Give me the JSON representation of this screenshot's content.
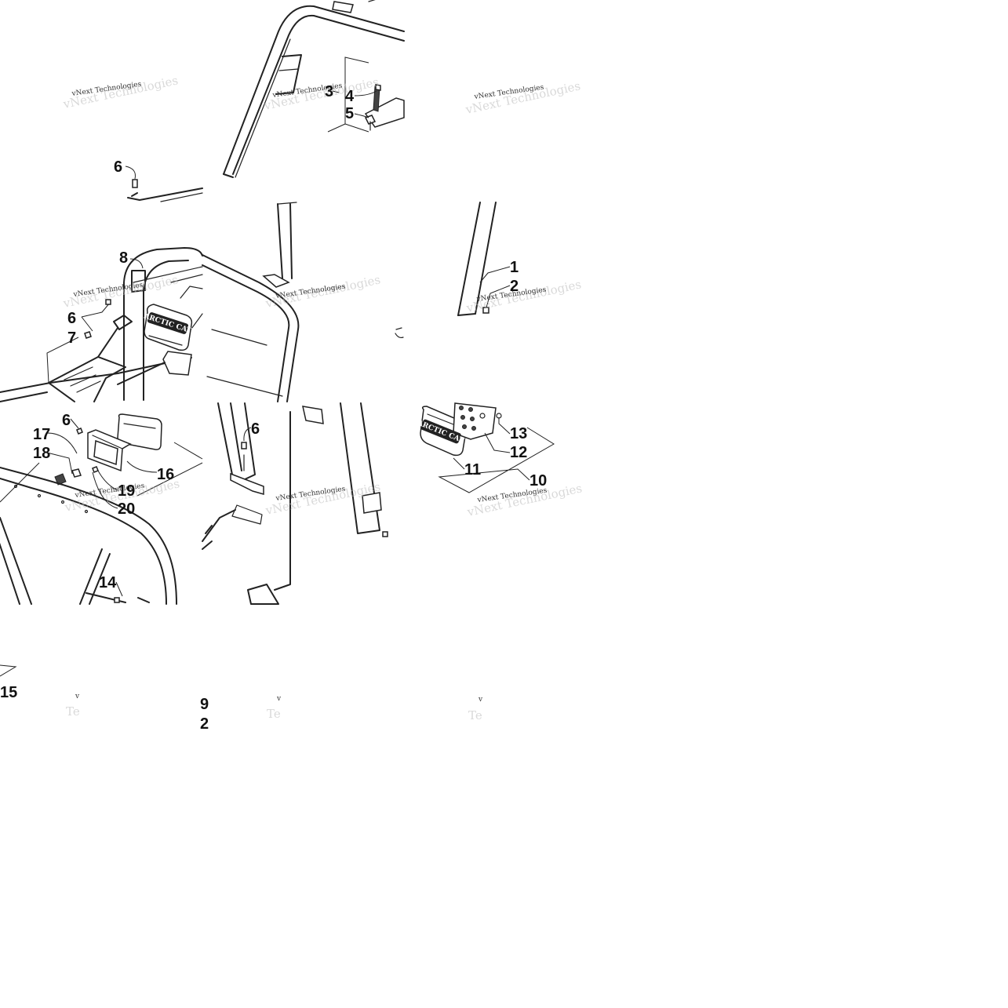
{
  "watermark": {
    "line1": "vNext Technologies",
    "big": "vNext Technologies",
    "fragment_v": "v",
    "fragment_te": "Te"
  },
  "badge": "ARCTIC CAT",
  "callouts": {
    "c1": "1",
    "c2": "2",
    "c3": "3",
    "c4": "4",
    "c5": "5",
    "c6": "6",
    "c7": "7",
    "c8": "8",
    "c9": "9",
    "c10": "10",
    "c11": "11",
    "c12": "12",
    "c13": "13",
    "c14": "14",
    "c15": "15",
    "c16": "16",
    "c17": "17",
    "c18": "18",
    "c19": "19",
    "c20": "20"
  }
}
